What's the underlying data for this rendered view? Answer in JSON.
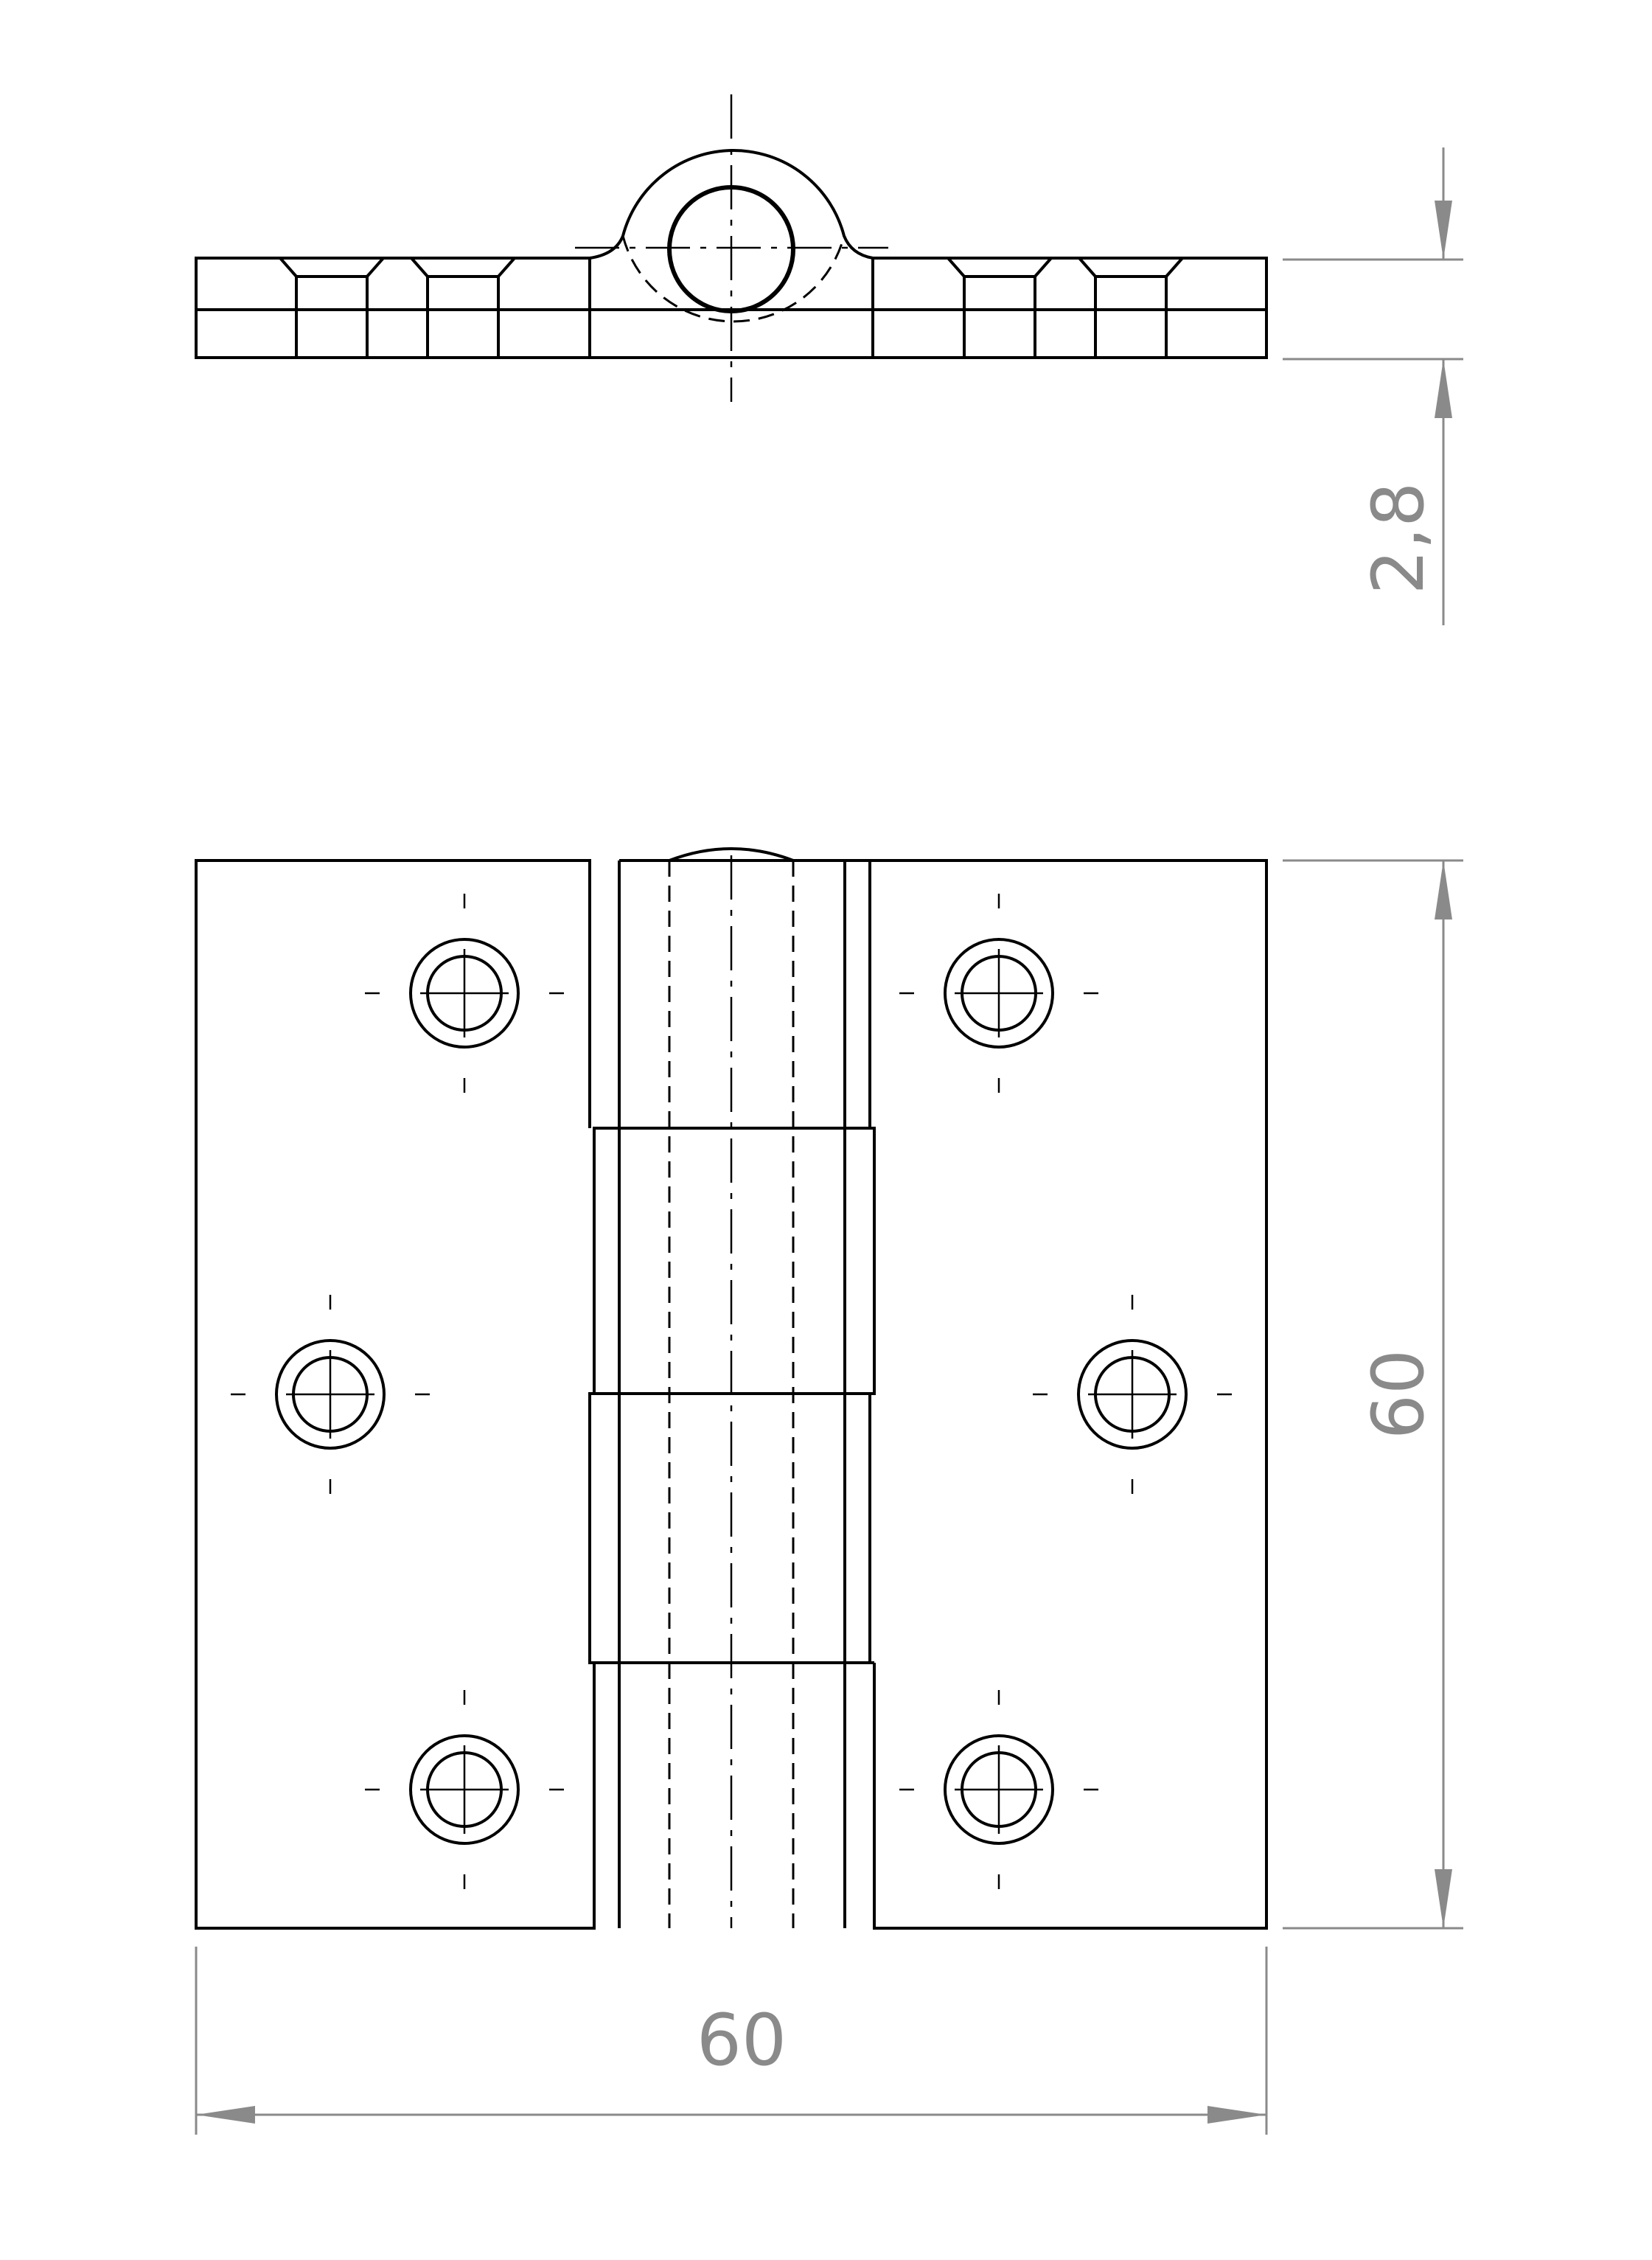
{
  "drawing": {
    "dimensions": {
      "thickness": "2,8",
      "height": "60",
      "width": "60"
    },
    "colors": {
      "object_lines": "#000000",
      "dimension_lines": "#8a8a8a",
      "background": "#ffffff"
    }
  }
}
